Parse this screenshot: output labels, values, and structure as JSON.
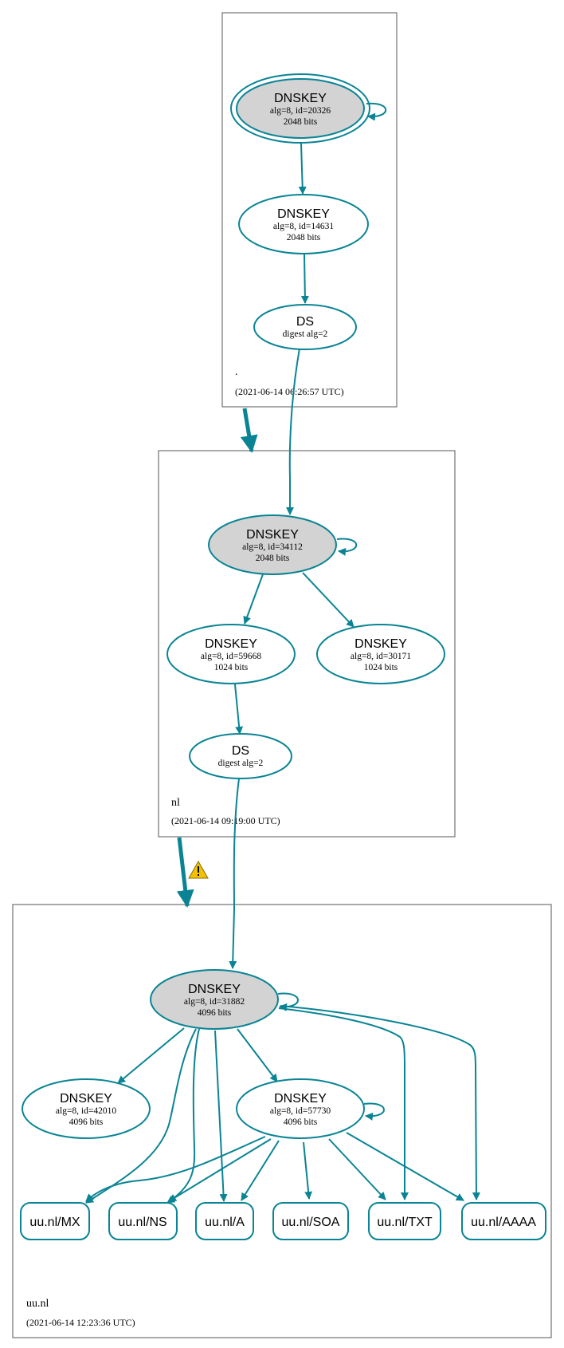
{
  "colors": {
    "edge": "#0a8494",
    "sep_fill": "#d3d3d3",
    "zone_border": "#555555",
    "warning": "#f2c100"
  },
  "zones": {
    "root": {
      "name": ".",
      "timestamp": "(2021-06-14 06:26:57 UTC)",
      "ksk": {
        "title": "DNSKEY",
        "params": "alg=8, id=20326",
        "bits": "2048 bits"
      },
      "zsk": {
        "title": "DNSKEY",
        "params": "alg=8, id=14631",
        "bits": "2048 bits"
      },
      "ds": {
        "title": "DS",
        "params": "digest alg=2"
      }
    },
    "nl": {
      "name": "nl",
      "timestamp": "(2021-06-14 09:19:00 UTC)",
      "ksk": {
        "title": "DNSKEY",
        "params": "alg=8, id=34112",
        "bits": "2048 bits"
      },
      "zsk1": {
        "title": "DNSKEY",
        "params": "alg=8, id=59668",
        "bits": "1024 bits"
      },
      "zsk2": {
        "title": "DNSKEY",
        "params": "alg=8, id=30171",
        "bits": "1024 bits"
      },
      "ds": {
        "title": "DS",
        "params": "digest alg=2"
      }
    },
    "uu": {
      "name": "uu.nl",
      "timestamp": "(2021-06-14 12:23:36 UTC)",
      "ksk": {
        "title": "DNSKEY",
        "params": "alg=8, id=31882",
        "bits": "4096 bits"
      },
      "zsk1": {
        "title": "DNSKEY",
        "params": "alg=8, id=42010",
        "bits": "4096 bits"
      },
      "zsk2": {
        "title": "DNSKEY",
        "params": "alg=8, id=57730",
        "bits": "4096 bits"
      },
      "rrsets": [
        "uu.nl/MX",
        "uu.nl/NS",
        "uu.nl/A",
        "uu.nl/SOA",
        "uu.nl/TXT",
        "uu.nl/AAAA"
      ]
    }
  },
  "warning_icon": "warning-triangle-icon"
}
